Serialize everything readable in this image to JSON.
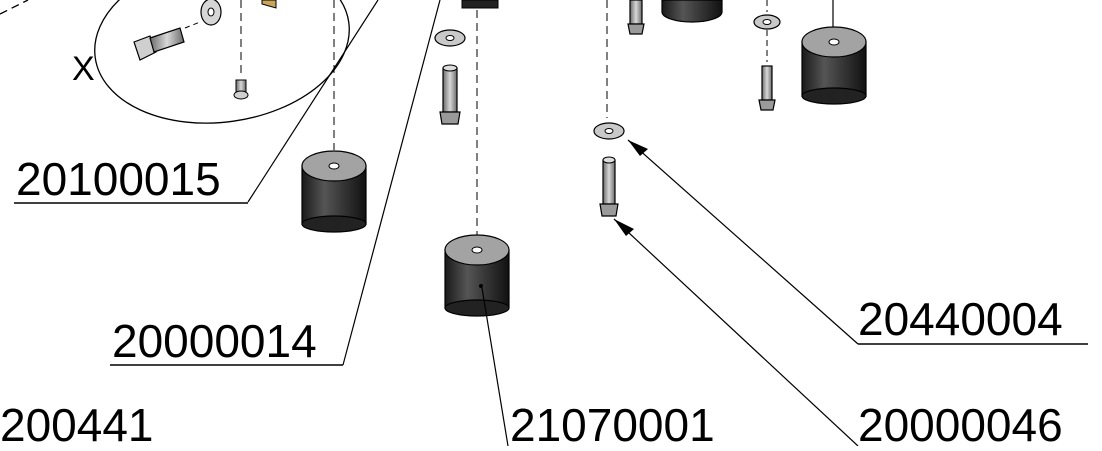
{
  "drawing": {
    "detail_view_label": "X",
    "callouts": [
      {
        "id": "c1",
        "text": "20100015"
      },
      {
        "id": "c2",
        "text": "20000014"
      },
      {
        "id": "c3",
        "text": "200441"
      },
      {
        "id": "c4",
        "text": "21070001"
      },
      {
        "id": "c5",
        "text": "20440004"
      },
      {
        "id": "c6",
        "text": "20000046"
      }
    ],
    "colors": {
      "line": "#000000",
      "part_dark": "#2b2b2b",
      "part_top": "#9a9a9a",
      "brass": "#c8a55a"
    }
  }
}
